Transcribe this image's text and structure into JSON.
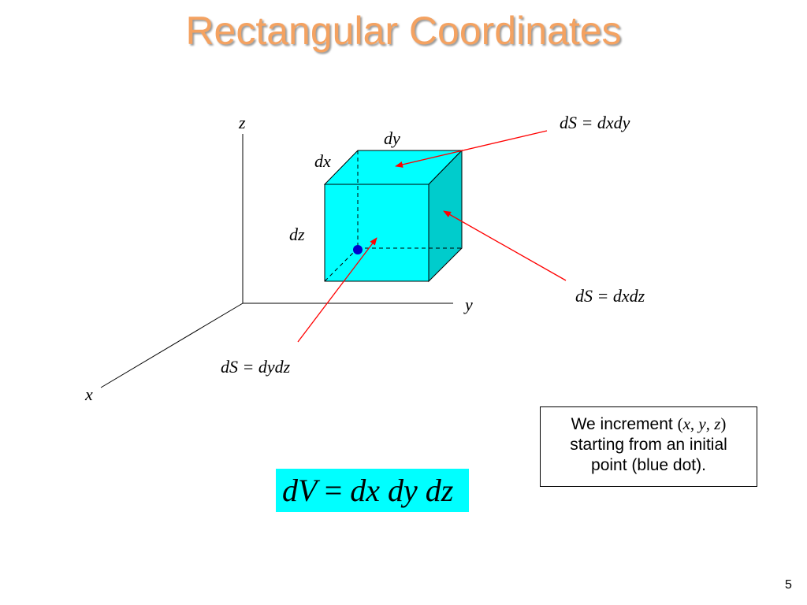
{
  "title": "Rectangular Coordinates",
  "axes": {
    "z": "z",
    "y": "y",
    "x": "x"
  },
  "cube": {
    "edge_labels": {
      "dy": "dy",
      "dx": "dx",
      "dz": "dz"
    },
    "front_color": "#00FFFF",
    "side_color": "#00CCCC"
  },
  "annotations": {
    "top": "dS = dxdy",
    "side": "dS = dxdz",
    "front": "dS = dydz"
  },
  "note": {
    "text_before": "We increment ",
    "open_paren": "(",
    "x": "x",
    "comma1": ", ",
    "y": "y",
    "comma2": ", ",
    "z": "z",
    "close_paren": ")",
    "line2": "starting from an initial",
    "line3": "point (blue dot)."
  },
  "formula": {
    "lhs": "dV",
    "equals": "=",
    "rhs": "dx dy dz"
  },
  "page_number": "5",
  "colors": {
    "title": "#F4A261",
    "arrow": "#FF0000",
    "dot": "#0000CC"
  }
}
